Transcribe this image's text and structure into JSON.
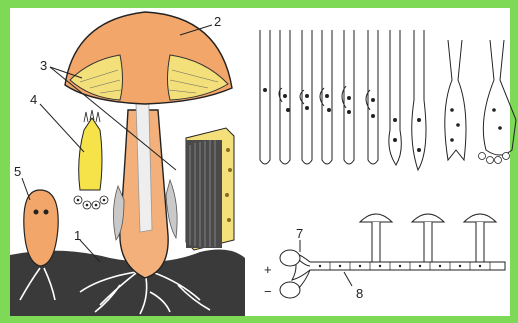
{
  "labels": {
    "n1": "1",
    "n2": "2",
    "n3": "3",
    "n4": "4",
    "n5": "5",
    "n7": "7",
    "n8": "8",
    "plus": "+",
    "minus": "−"
  },
  "colors": {
    "border": "#7ed957",
    "cap": "#f2a66a",
    "gills": "#f4e07a",
    "soil": "#3a3a3a",
    "stem": "#f3c89a",
    "ink": "#222222"
  }
}
